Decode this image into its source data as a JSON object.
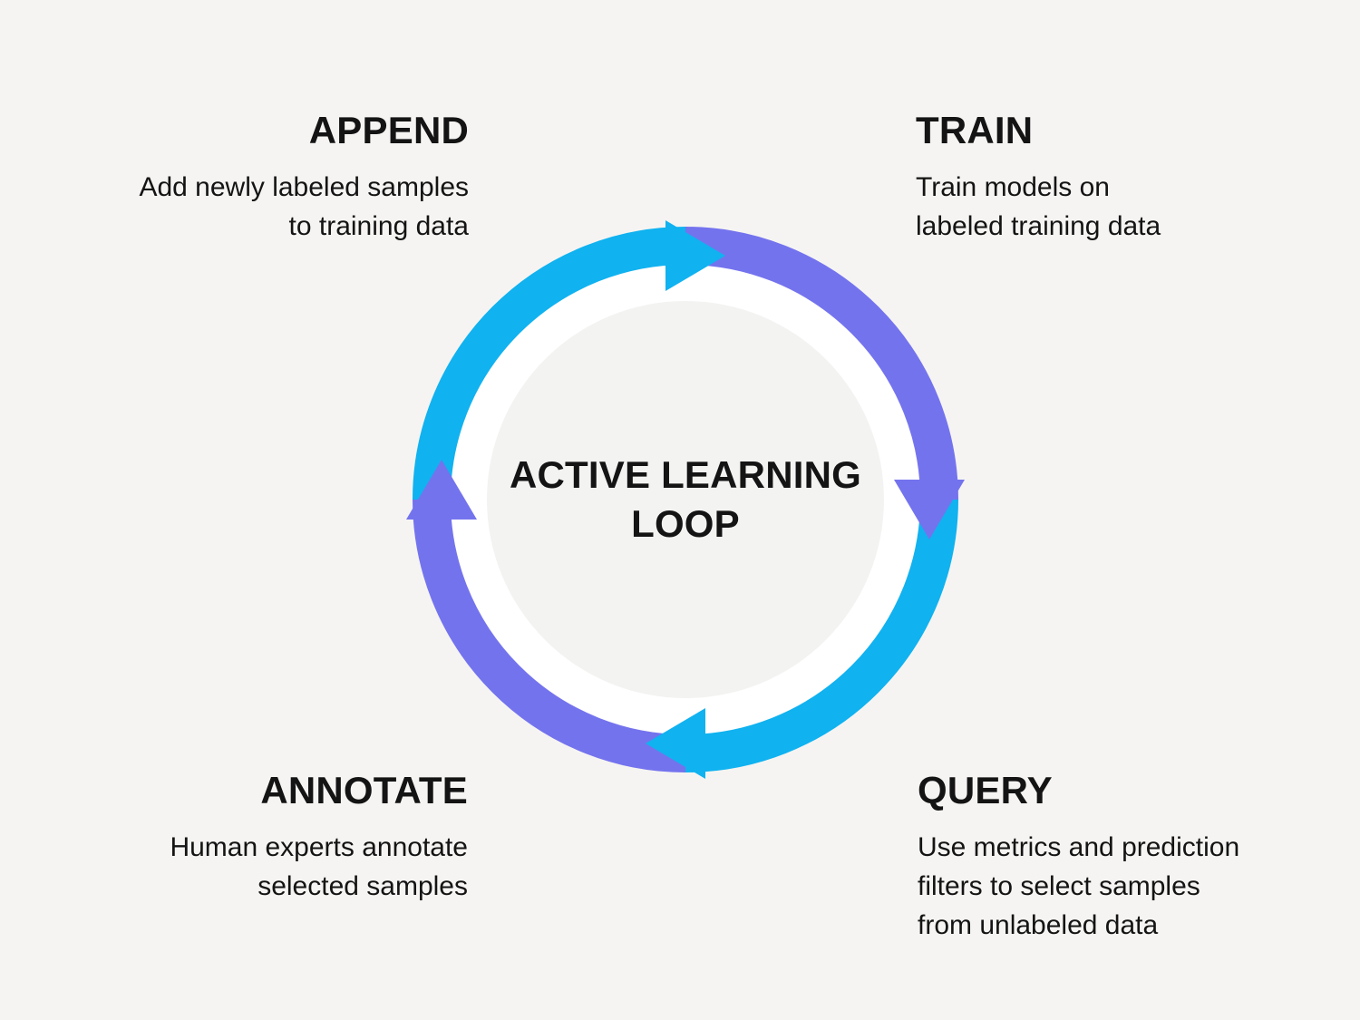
{
  "page": {
    "background_color": "#f5f4f2",
    "text_color": "#141414"
  },
  "loop": {
    "title_line1": "ACTIVE LEARNING",
    "title_line2": "LOOP",
    "colors": {
      "cyan": "#10b2f0",
      "purple": "#7473ee",
      "ring_white": "#ffffff",
      "inner_disc": "#f3f3f2"
    }
  },
  "stages": [
    {
      "id": "append",
      "title": "APPEND",
      "lines": [
        "Add newly labeled samples",
        "to training data"
      ]
    },
    {
      "id": "train",
      "title": "TRAIN",
      "lines": [
        "Train models on",
        "labeled training data"
      ]
    },
    {
      "id": "annotate",
      "title": "ANNOTATE",
      "lines": [
        "Human experts annotate",
        "selected samples"
      ]
    },
    {
      "id": "query",
      "title": "QUERY",
      "lines": [
        "Use metrics and prediction",
        "filters to select samples",
        "from unlabeled data"
      ]
    }
  ]
}
